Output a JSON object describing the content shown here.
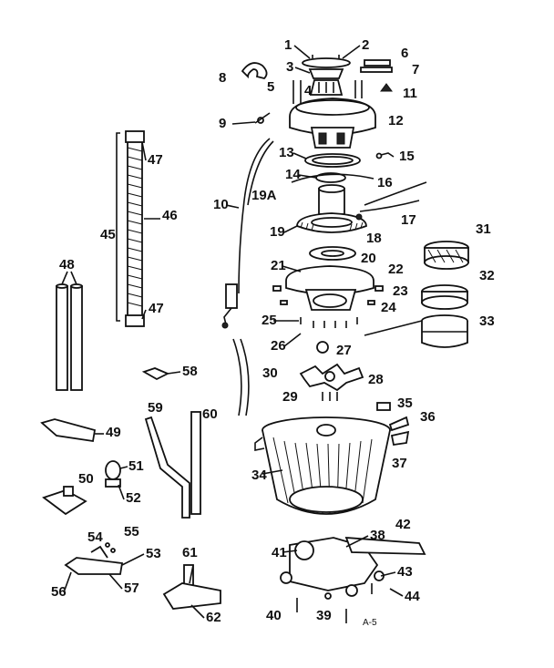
{
  "diagram": {
    "corner_label": "A-5",
    "labels": [
      "1",
      "2",
      "3",
      "4",
      "5",
      "6",
      "7",
      "8",
      "9",
      "10",
      "11",
      "12",
      "13",
      "14",
      "15",
      "16",
      "17",
      "18",
      "19",
      "19A",
      "20",
      "21",
      "22",
      "23",
      "24",
      "25",
      "26",
      "27",
      "28",
      "29",
      "30",
      "31",
      "32",
      "33",
      "34",
      "35",
      "36",
      "37",
      "38",
      "39",
      "40",
      "41",
      "42",
      "43",
      "44",
      "45",
      "46",
      "47",
      "47",
      "48",
      "49",
      "50",
      "51",
      "52",
      "53",
      "54",
      "55",
      "56",
      "57",
      "58",
      "59",
      "60",
      "61",
      "62"
    ]
  }
}
